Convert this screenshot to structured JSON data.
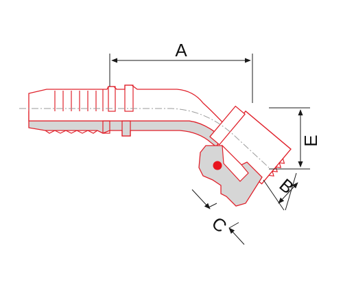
{
  "colors": {
    "outline": "#e0202a",
    "section_fill": "#d6d6d6",
    "dimension": "#1a1a1a",
    "centerline": "#9a9a9a",
    "marker": "#e8141e"
  },
  "dimensions": {
    "a": "A",
    "b": "B",
    "c": "C",
    "e": "E"
  }
}
